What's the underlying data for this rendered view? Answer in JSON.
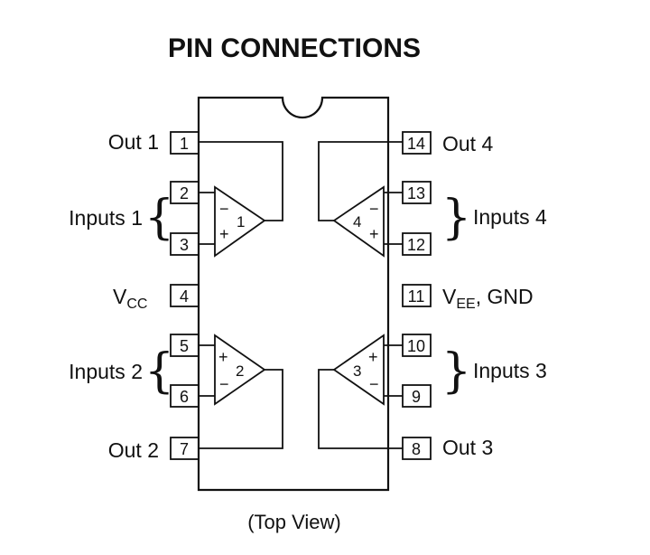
{
  "title": "PIN CONNECTIONS",
  "caption": "(Top View)",
  "left_pins": [
    {
      "num": "1",
      "label": "Out 1"
    },
    {
      "num": "2",
      "label": ""
    },
    {
      "num": "3",
      "label": ""
    },
    {
      "num": "4",
      "label": "V",
      "label_sub": "CC"
    },
    {
      "num": "5",
      "label": ""
    },
    {
      "num": "6",
      "label": ""
    },
    {
      "num": "7",
      "label": "Out 2"
    }
  ],
  "right_pins": [
    {
      "num": "14",
      "label": "Out 4"
    },
    {
      "num": "13",
      "label": ""
    },
    {
      "num": "12",
      "label": ""
    },
    {
      "num": "11",
      "label": "V",
      "label_sub": "EE",
      "label_tail": ", GND"
    },
    {
      "num": "10",
      "label": ""
    },
    {
      "num": "9",
      "label": ""
    },
    {
      "num": "8",
      "label": "Out 3"
    }
  ],
  "input_groups": {
    "inputs1": "Inputs 1",
    "inputs2": "Inputs 2",
    "inputs3": "Inputs 3",
    "inputs4": "Inputs 4"
  },
  "amplifiers": [
    {
      "num": "1",
      "top_sign": "−",
      "bottom_sign": "+"
    },
    {
      "num": "2",
      "top_sign": "+",
      "bottom_sign": "−"
    },
    {
      "num": "3",
      "top_sign": "+",
      "bottom_sign": "−"
    },
    {
      "num": "4",
      "top_sign": "−",
      "bottom_sign": "+"
    }
  ]
}
